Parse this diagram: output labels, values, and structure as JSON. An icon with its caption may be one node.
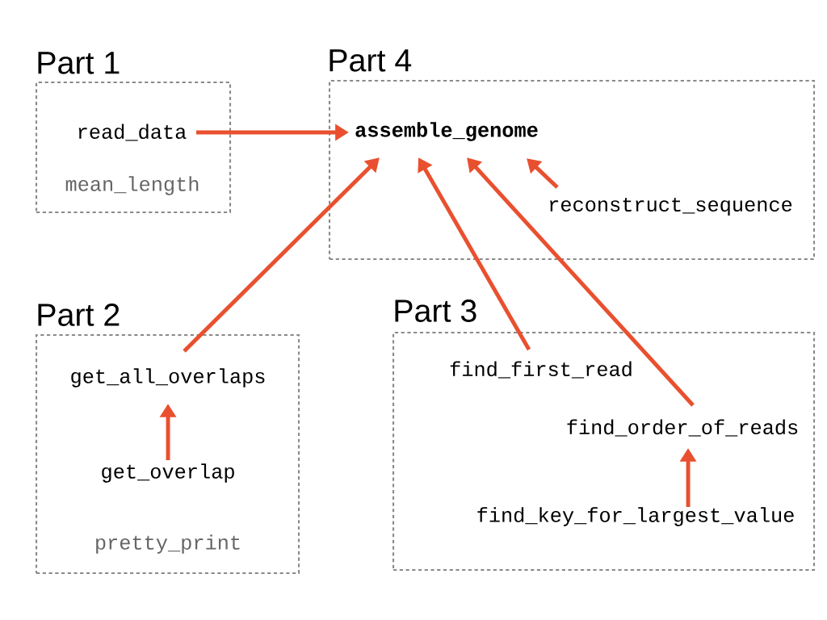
{
  "diagram": {
    "nodes": [
      {
        "text": [
          "Part 1",
          "mean_length"
        ]
      },
      {
        "text": [
          "read_data"
        ],
        "in": 0
      },
      {
        "text": [
          "Part 4"
        ]
      },
      {
        "text": [
          "assemble_genome"
        ],
        "in": 2
      },
      {
        "text": [
          "reconstruct_sequence"
        ],
        "in": 2
      },
      {
        "text": [
          "Part 2",
          "pretty_print"
        ]
      },
      {
        "text": [
          "get_all_overlaps"
        ],
        "in": 5
      },
      {
        "text": [
          "get_overlap"
        ],
        "in": 5
      },
      {
        "text": [
          "Part 3"
        ]
      },
      {
        "text": [
          "find_first_read"
        ],
        "in": 8
      },
      {
        "text": [
          "find_order_of_reads"
        ],
        "in": 8
      },
      {
        "text": [
          "find_key_for_largest_value"
        ],
        "in": 8
      }
    ],
    "edges": [
      {
        "from": 1,
        "to": 3,
        "arrow": "to"
      },
      {
        "from": 4,
        "to": 3,
        "arrow": "to"
      },
      {
        "from": 6,
        "to": 3,
        "arrow": "to"
      },
      {
        "from": 9,
        "to": 3,
        "arrow": "to"
      },
      {
        "from": 10,
        "to": 3,
        "arrow": "to"
      },
      {
        "from": 7,
        "to": 6,
        "arrow": "to"
      },
      {
        "from": 11,
        "to": 10,
        "arrow": "to"
      }
    ]
  }
}
